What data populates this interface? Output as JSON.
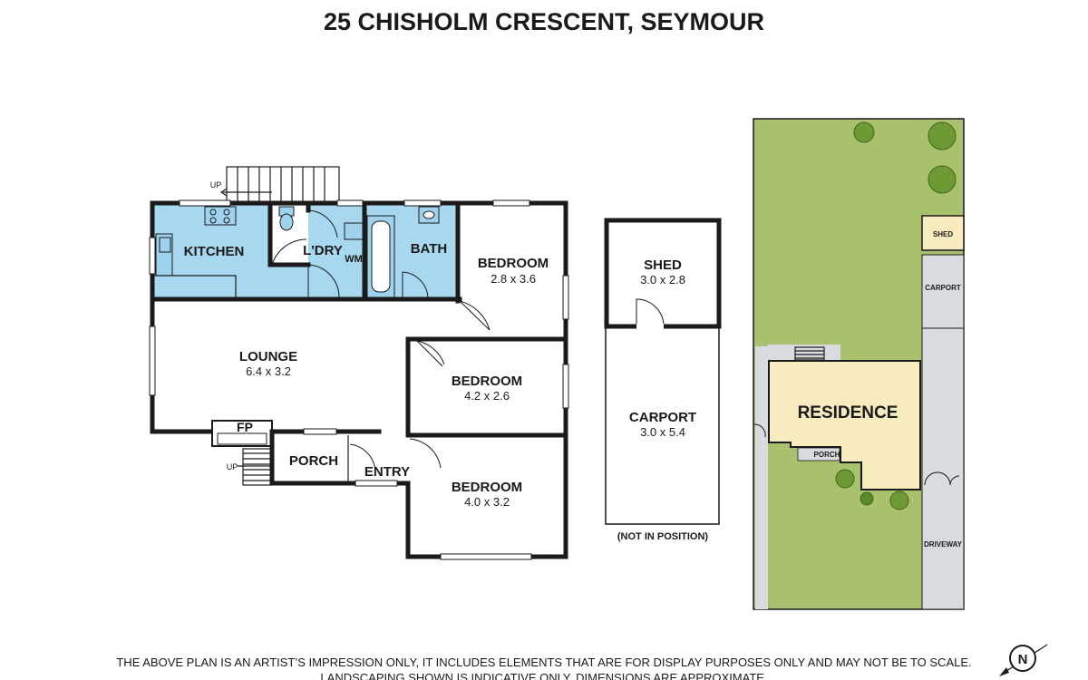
{
  "title": "25 CHISHOLM CRESCENT, SEYMOUR",
  "rooms": {
    "kitchen": {
      "name": "KITCHEN"
    },
    "laundry": {
      "name": "L'DRY",
      "wm": "WM"
    },
    "bath": {
      "name": "BATH"
    },
    "bedroom1": {
      "name": "BEDROOM",
      "size": "2.8 x 3.6"
    },
    "lounge": {
      "name": "LOUNGE",
      "size": "6.4 x 3.2"
    },
    "bedroom2": {
      "name": "BEDROOM",
      "size": "4.2 x 2.6"
    },
    "bedroom3": {
      "name": "BEDROOM",
      "size": "4.0 x 3.2"
    },
    "fireplace": {
      "name": "FP"
    },
    "porch": {
      "name": "PORCH"
    },
    "entry": {
      "name": "ENTRY"
    }
  },
  "stairs": {
    "up_top": "UP",
    "up_bottom": "UP"
  },
  "outbuildings": {
    "shed": {
      "name": "SHED",
      "size": "3.0 x 2.8"
    },
    "carport": {
      "name": "CARPORT",
      "size": "3.0 x 5.4"
    },
    "note": "(NOT IN POSITION)"
  },
  "site": {
    "residence": "RESIDENCE",
    "porch": "PORCH",
    "shed": "SHED",
    "carport": "CARPORT",
    "driveway": "DRIVEWAY"
  },
  "compass": "N",
  "disclaimer": {
    "line1": "THE ABOVE PLAN IS AN ARTIST’S IMPRESSION ONLY, IT INCLUDES ELEMENTS THAT ARE FOR DISPLAY PURPOSES ONLY AND MAY NOT BE TO SCALE.",
    "line2": "LANDSCAPING SHOWN IS INDICATIVE ONLY. DIMENSIONS ARE APPROXIMATE."
  },
  "colors": {
    "wet_area": "#a8d8f0",
    "lawn": "#a9c16e",
    "residence": "#f7ebc0",
    "paving": "#d8dcde",
    "wall": "#1a1a1a"
  }
}
